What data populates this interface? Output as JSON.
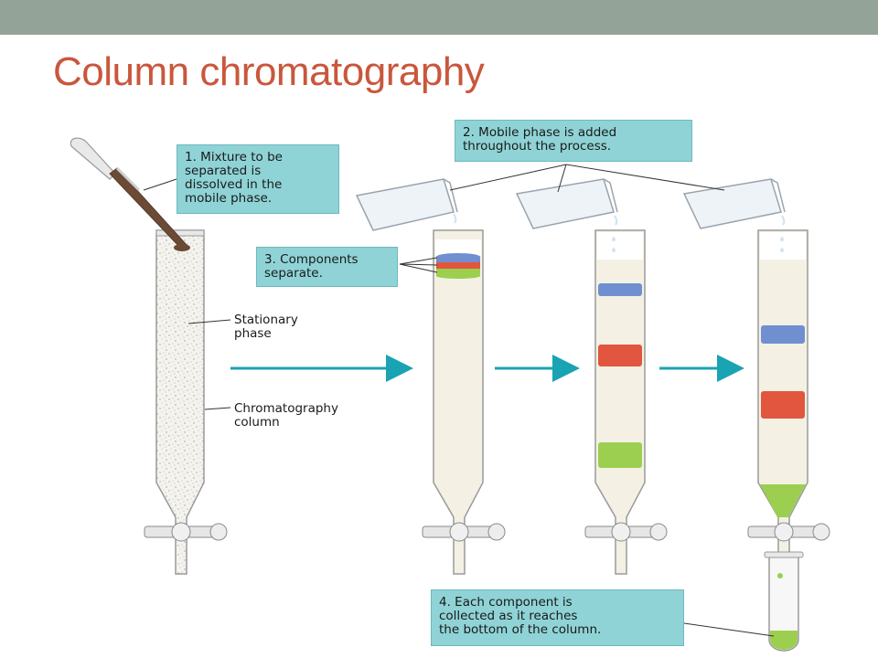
{
  "slide": {
    "title": "Column chromatography",
    "topbar_color": "#93a398",
    "title_color": "#c9573c"
  },
  "callouts": {
    "step1": {
      "lines": [
        "1.  Mixture to be",
        "     separated is",
        "     dissolved in the",
        "     mobile phase."
      ]
    },
    "step2": {
      "lines": [
        "2.  Mobile phase is added",
        "     throughout the process."
      ]
    },
    "step3": {
      "lines": [
        "3.  Components",
        "     separate."
      ]
    },
    "step4": {
      "lines": [
        "4.  Each component is",
        "     collected as it reaches",
        "     the bottom of the column."
      ]
    }
  },
  "labels": {
    "stationary": {
      "lines": [
        "Stationary",
        "phase"
      ]
    },
    "column": {
      "lines": [
        "Chromatography",
        "column"
      ]
    }
  },
  "colors": {
    "callout_fill": "#8fd3d6",
    "arrow": "#1aa3b3",
    "band_blue": "#6f8fd0",
    "band_red": "#e2553e",
    "band_green": "#9ccf4f",
    "mixture": "#6b4a36",
    "column_fill": "#f4f1e4"
  },
  "icons": [
    "pipette-icon",
    "beaker-icon",
    "stopcock-icon",
    "test-tube-icon",
    "arrow-right-icon"
  ]
}
